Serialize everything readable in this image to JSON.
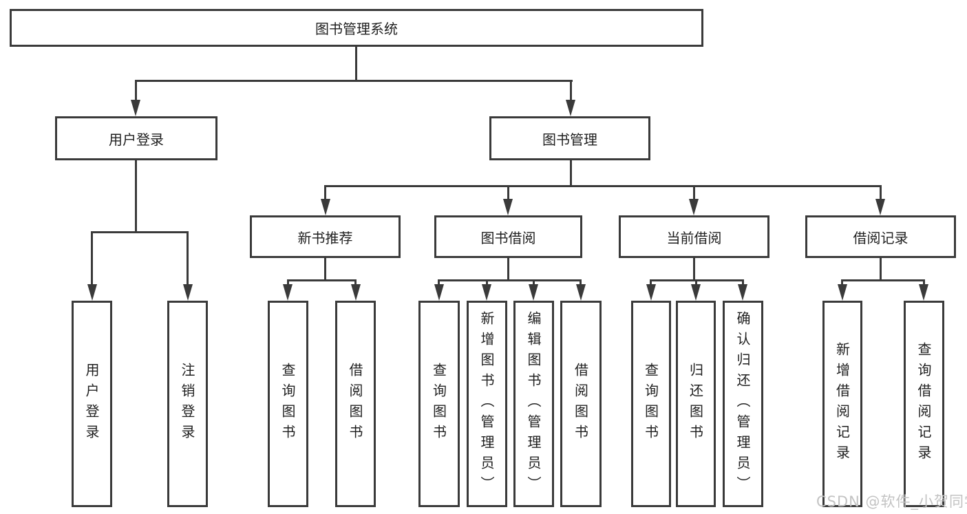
{
  "colors": {
    "line": "#3a3a3a",
    "text": "#1f1f1f",
    "watermark": "#c3c3c3",
    "bg": "#ffffff"
  },
  "watermark": {
    "text": "CSDN @软件_小贺同学"
  },
  "tree": {
    "root": {
      "label": "图书管理系统",
      "children": [
        {
          "label": "用户登录",
          "children": [
            {
              "label": "用户登录"
            },
            {
              "label": "注销登录"
            }
          ]
        },
        {
          "label": "图书管理",
          "children": [
            {
              "label": "新书推荐",
              "children": [
                {
                  "label": "查询图书"
                },
                {
                  "label": "借阅图书"
                }
              ]
            },
            {
              "label": "图书借阅",
              "children": [
                {
                  "label": "查询图书"
                },
                {
                  "label": "新增图书（管理员）"
                },
                {
                  "label": "编辑图书（管理员）"
                },
                {
                  "label": "借阅图书"
                }
              ]
            },
            {
              "label": "当前借阅",
              "children": [
                {
                  "label": "查询图书"
                },
                {
                  "label": "归还图书"
                },
                {
                  "label": "确认归还（管理员）"
                }
              ]
            },
            {
              "label": "借阅记录",
              "children": [
                {
                  "label": "新增借阅记录"
                },
                {
                  "label": "查询借阅记录"
                }
              ]
            }
          ]
        }
      ]
    }
  }
}
